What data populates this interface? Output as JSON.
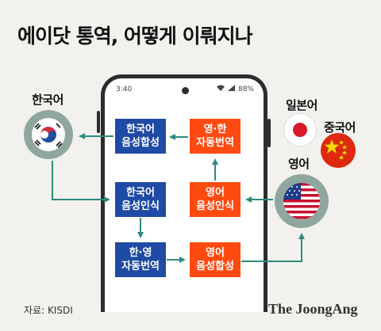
{
  "title": "에이닷 통역, 어떻게 이뤄지나",
  "phone": {
    "time": "3:40",
    "battery": "88%"
  },
  "boxes": {
    "ko_tts": [
      "한국어",
      "음성합성"
    ],
    "ko_asr": [
      "한국어",
      "음성인식"
    ],
    "ko_en_mt": [
      "한·영",
      "자동번역"
    ],
    "en_ko_mt": [
      "영·한",
      "자동번역"
    ],
    "en_asr": [
      "영어",
      "음성인식"
    ],
    "en_tts": [
      "영어",
      "음성합성"
    ]
  },
  "labels": {
    "korean": "한국어",
    "japanese": "일본어",
    "chinese": "중국어",
    "english": "영어"
  },
  "flags": [
    "korea-flag",
    "japan-flag",
    "china-flag",
    "usa-flag"
  ],
  "colors": {
    "blue_box": "#1f4aa5",
    "orange_box": "#ff4a12",
    "arrow": "#2e8a7f",
    "circle": "#8fa79f"
  },
  "footer": {
    "source": "자료: KISDI",
    "brand": "The JoongAng"
  }
}
